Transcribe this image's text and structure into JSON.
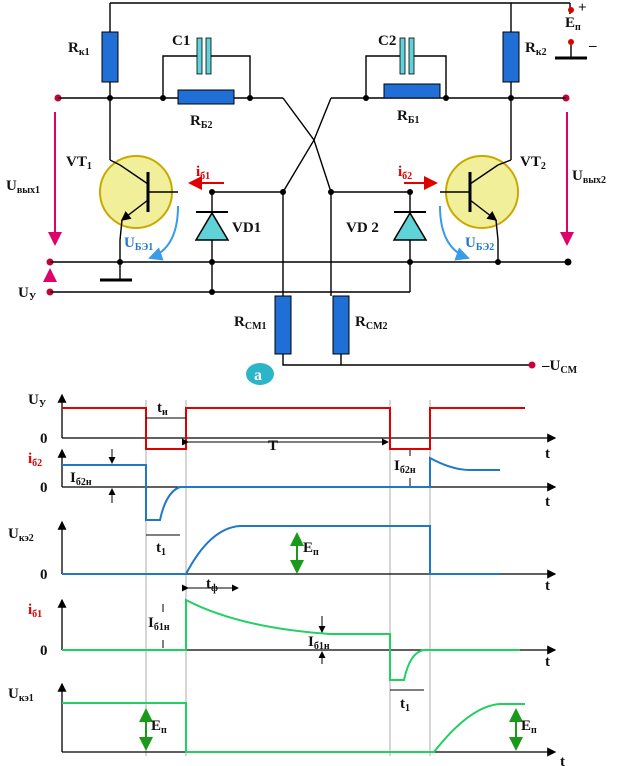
{
  "circuit": {
    "rk1": {
      "main": "R",
      "sub": "к1"
    },
    "rk2": {
      "main": "R",
      "sub": "к2"
    },
    "c1": "C1",
    "c2": "C2",
    "rb2": {
      "main": "R",
      "sub": "Б2"
    },
    "rb1": {
      "main": "R",
      "sub": "Б1"
    },
    "vt1": {
      "main": "VT",
      "sub": "1"
    },
    "vt2": {
      "main": "VT",
      "sub": "2"
    },
    "vd1": "VD1",
    "vd2": "VD 2",
    "uout1": {
      "main": "U",
      "sub": "вых1"
    },
    "uout2": {
      "main": "U",
      "sub": "вых2"
    },
    "ib1": {
      "main": "i",
      "sub": "б1"
    },
    "ib2": {
      "main": "i",
      "sub": "б2"
    },
    "ube1": {
      "main": "U",
      "sub": "БЭ1"
    },
    "ube2": {
      "main": "U",
      "sub": "БЭ2"
    },
    "uy": {
      "main": "U",
      "sub": "У"
    },
    "rcm1": {
      "main": "R",
      "sub": "СМ1"
    },
    "rcm2": {
      "main": "R",
      "sub": "СМ2"
    },
    "ucm": {
      "main": "–U",
      "sub": "СМ"
    },
    "ep": {
      "main": "E",
      "sub": "п"
    },
    "plus": "+",
    "minus": "–",
    "badge": "a"
  },
  "timing": {
    "zero": "0",
    "t_axis": "t",
    "uy": {
      "main": "U",
      "sub": "У"
    },
    "tn": {
      "main": "t",
      "sub": "и"
    },
    "period": "T",
    "ib2": {
      "main": "i",
      "sub": "б2"
    },
    "ib2n": {
      "main": "I",
      "sub": "б2н"
    },
    "t1": {
      "main": "t",
      "sub": "1"
    },
    "uke2": {
      "main": "U",
      "sub": "кэ2"
    },
    "ep": {
      "main": "E",
      "sub": "п"
    },
    "tf": {
      "main": "t",
      "sub": "ф"
    },
    "ib1": {
      "main": "i",
      "sub": "б1"
    },
    "ib1n": {
      "main": "I",
      "sub": "б1н"
    },
    "uke1": {
      "main": "U",
      "sub": "кэ1"
    }
  },
  "colors": {
    "resistor": "#1f6fd6",
    "capacitor": "#5fd3d8",
    "transistor": "#f2ef9a",
    "current_arrow": "#e00000",
    "ube_arrow": "#3a9be6",
    "uout_arrow": "#e0006a",
    "badge": "#2bb5c9",
    "uy_wave": "#e00000",
    "ib2_wave": "#1f78c8",
    "uke2_wave": "#1f78c8",
    "ib1_wave": "#20d060",
    "uke1_wave": "#20d060",
    "ep_arrow": "#1a9a1a"
  }
}
